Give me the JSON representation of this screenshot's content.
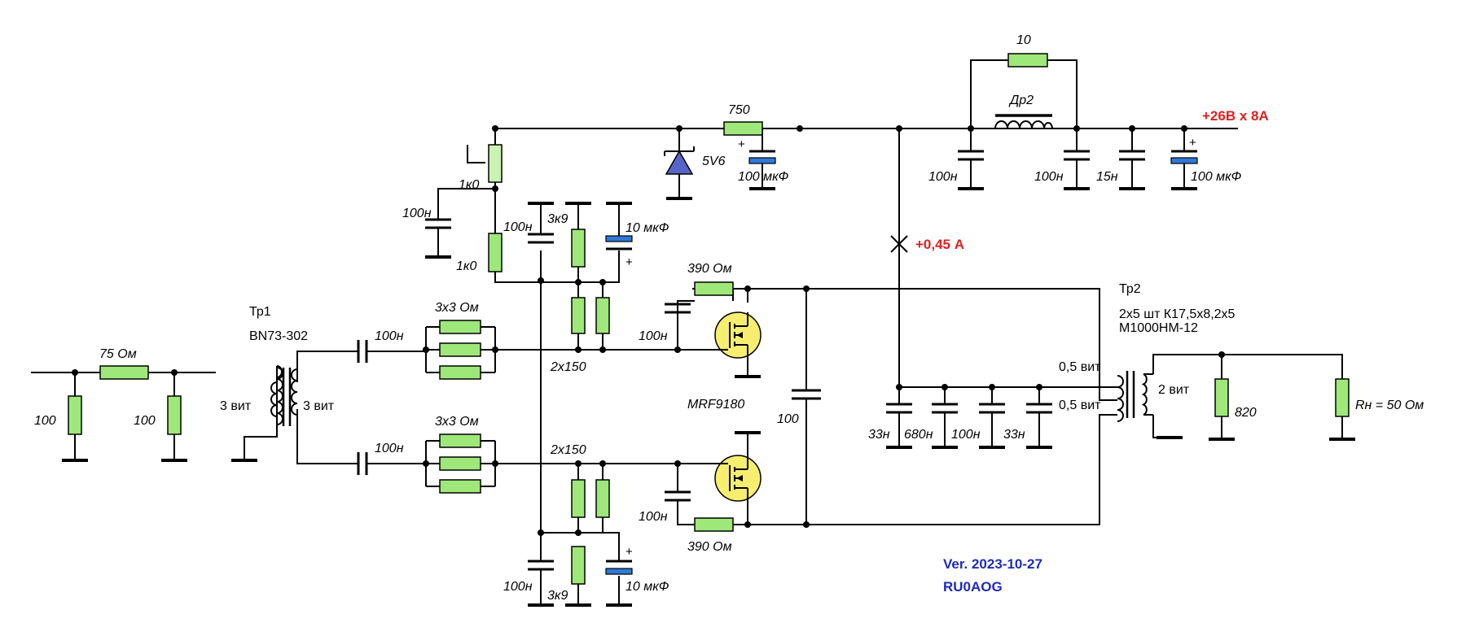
{
  "colors": {
    "resistor": "#9ee87a",
    "electrolytic": "#2f78d6",
    "mosfet": "#f7ee6f",
    "zener": "#5865c8",
    "supply": "#e02020",
    "version": "#1f2bb8"
  },
  "input": {
    "r_series": "75 Ом",
    "r_left": "100",
    "r_right": "100"
  },
  "tr1": {
    "name": "Тр1",
    "core": "BN73-302",
    "primary": "3 вит",
    "secondary": "3 вит"
  },
  "top_half": {
    "coupling_cap": "100н",
    "gate_res": "3x3 Ом",
    "bias_res": "2x150",
    "bias_cap": "100н",
    "bias_res_small": "3к9",
    "bias_ecap": "10 мкФ",
    "feedback_res": "390 Ом",
    "feedback_cap": "100н"
  },
  "bottom_half": {
    "coupling_cap": "100н",
    "gate_res": "3x3 Ом",
    "bias_res": "2x150",
    "bias_cap": "100н",
    "bias_res_small": "3к9",
    "bias_ecap": "10 мкФ",
    "feedback_res": "390 Ом",
    "feedback_cap": "100н"
  },
  "transistor": "MRF9180",
  "bias_chain": {
    "pot": "1к0",
    "res": "1к0",
    "cap": "100н",
    "zener": "5V6",
    "zener_res": "750",
    "ecap": "100 мкФ"
  },
  "supply": {
    "label": "+26В х 8А",
    "bypass_res": "10",
    "choke": "Др2",
    "c1": "100н",
    "c2": "100н",
    "c3": "15н",
    "ecap": "100 мкФ"
  },
  "drain_cap": "100",
  "current_label": "+0,45 А",
  "output_caps": [
    "33н",
    "680н",
    "100н",
    "33н"
  ],
  "tr2": {
    "name": "Тр2",
    "core_line1": "2х5 шт К17,5х8,2х5",
    "core_line2": "М1000НМ-12",
    "primary_top": "0,5 вит",
    "primary_bottom": "0,5 вит",
    "secondary": "2 вит"
  },
  "output": {
    "r_load_res": "820",
    "load": "Rн = 50 Ом"
  },
  "footer": {
    "version": "Ver. 2023-10-27",
    "author": "RU0AOG"
  }
}
